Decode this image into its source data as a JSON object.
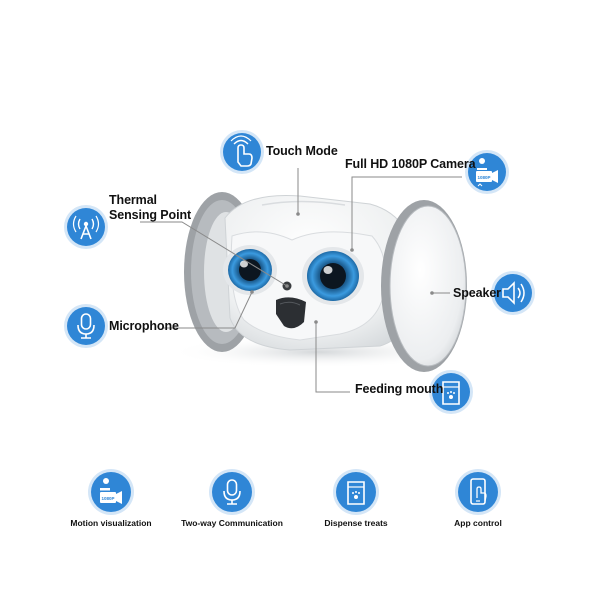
{
  "colors": {
    "icon_blue": "#2f86d6",
    "icon_ring": "#d4e6f7",
    "leader_line": "#8a8a8a",
    "robot_body": "#f2f3f4",
    "robot_shadow": "#d7dadd",
    "wheel_tread": "#9ea2a6",
    "eye_iris": "#2a7fc0"
  },
  "callouts": {
    "touch_mode": {
      "label": "Touch Mode",
      "icon": "touch-icon"
    },
    "camera": {
      "label": "Full HD 1080P Camera",
      "icon": "camera-1080p-icon",
      "badge": "1080P"
    },
    "thermal": {
      "label_line1": "Thermal",
      "label_line2": "Sensing Point",
      "icon": "antenna-icon"
    },
    "speaker": {
      "label": "Speaker",
      "icon": "speaker-icon"
    },
    "microphone": {
      "label": "Microphone",
      "icon": "microphone-icon"
    },
    "feeding": {
      "label": "Feeding mouth",
      "icon": "treat-box-icon"
    }
  },
  "features": [
    {
      "label": "Motion visualization",
      "icon": "camera-1080p-icon",
      "badge": "1080P"
    },
    {
      "label": "Two-way Communication",
      "icon": "microphone-icon"
    },
    {
      "label": "Dispense treats",
      "icon": "treat-box-icon"
    },
    {
      "label": "App control",
      "icon": "phone-touch-icon"
    }
  ]
}
